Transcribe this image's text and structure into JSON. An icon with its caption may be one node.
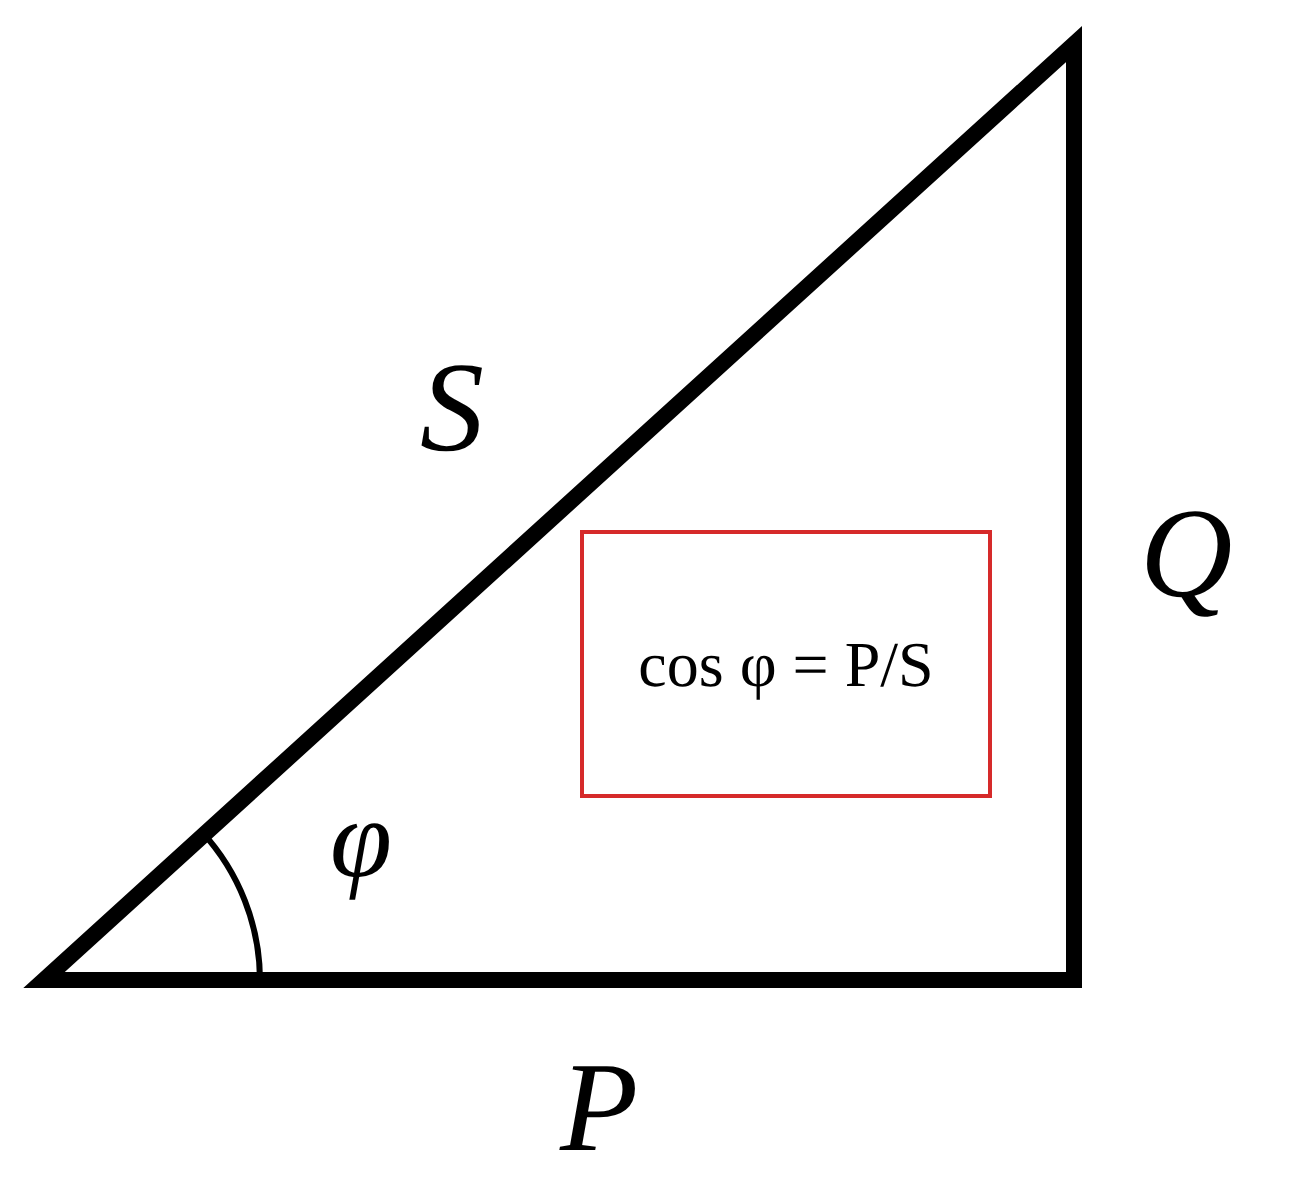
{
  "diagram": {
    "nodes": [
      {
        "text": [
          "cos φ = P/S"
        ]
      }
    ],
    "labels": [
      "S",
      "Q",
      "φ",
      "P"
    ]
  }
}
